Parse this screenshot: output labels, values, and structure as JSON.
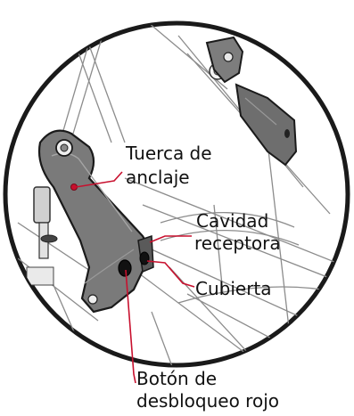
{
  "labels": {
    "tuerca_line1": "Tuerca de",
    "tuerca_line2": "anclaje",
    "cavidad_line1": "Cavidad",
    "cavidad_line2": "receptora",
    "cubierta": "Cubierta",
    "boton_line1": "Botón de",
    "boton_line2": "desbloqueo rojo"
  },
  "colors": {
    "leader": "#c8102e",
    "outline": "#1a1a1a",
    "part_fill": "#7a7a7a",
    "part_dark": "#555555",
    "background": "#ffffff"
  }
}
